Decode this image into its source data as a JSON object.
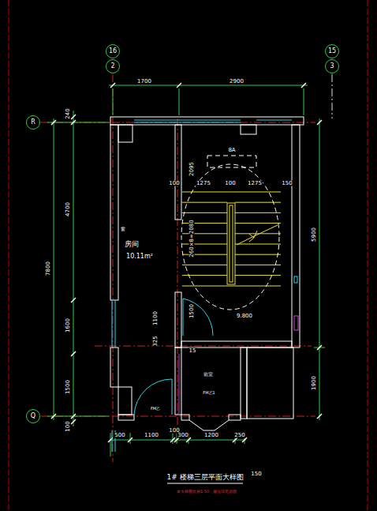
{
  "diagram": {
    "title": "1# 楼梯三层平面大样图",
    "caption": "本大样图比例1:50，做法详见说明",
    "nodes": [
      {
        "text": [
          "16"
        ]
      },
      {
        "text": [
          "2"
        ]
      },
      {
        "text": [
          "15"
        ]
      },
      {
        "text": [
          "3"
        ]
      },
      {
        "text": [
          "R"
        ]
      },
      {
        "text": [
          "Q"
        ]
      }
    ],
    "labels": [
      "1700",
      "2900",
      "240",
      "4700",
      "1600",
      "1500",
      "100",
      "7800",
      "5900",
      "1900",
      "窗",
      "房间",
      "10.11m²",
      "8A",
      "2095",
      "100",
      "1275",
      "100",
      "1275",
      "150",
      "260×8=2080",
      "9.800",
      "1500",
      "1100",
      "325",
      "15",
      "前室",
      "FM乙1",
      "FM乙",
      "500",
      "1100",
      "100",
      "300",
      "1200",
      "250",
      "150"
    ]
  }
}
